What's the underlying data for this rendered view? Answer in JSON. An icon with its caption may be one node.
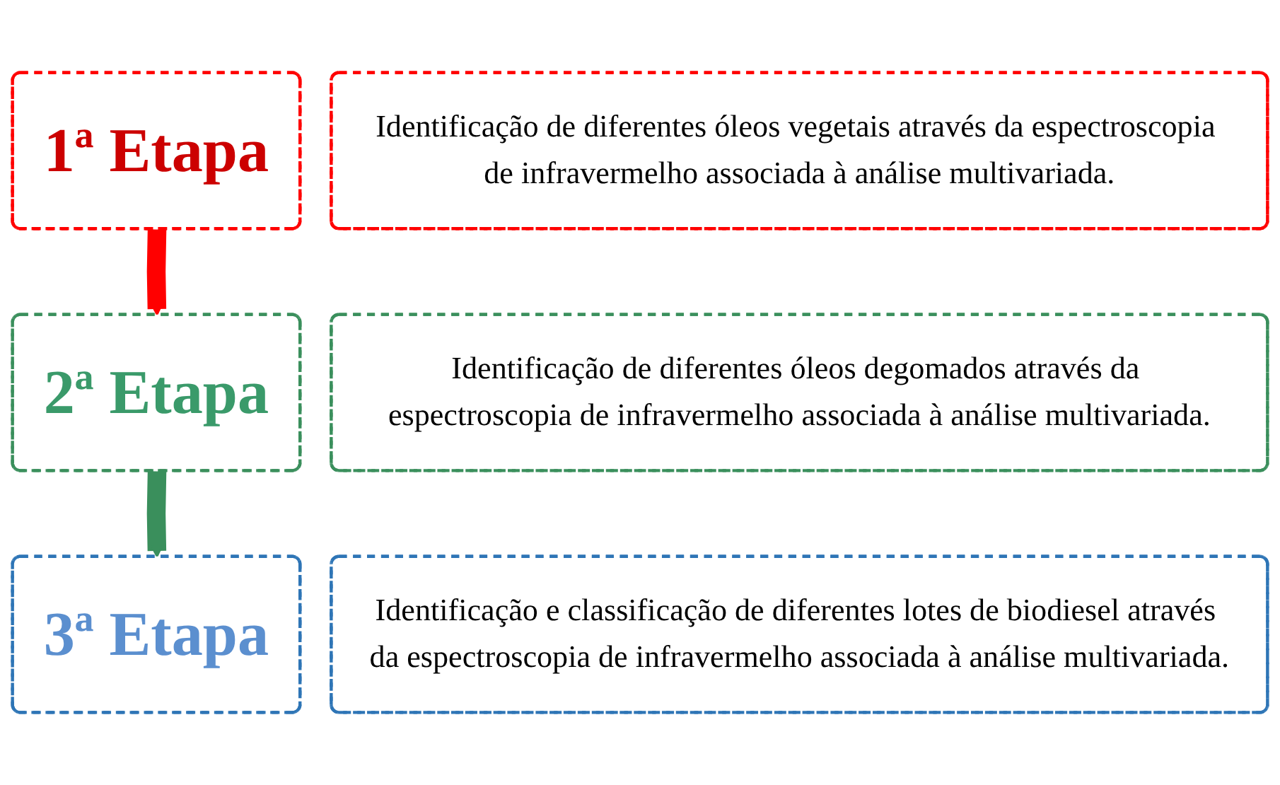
{
  "diagram": {
    "nodes": [
      {
        "text": [
          "1ª Etapa"
        ]
      },
      {
        "text": [
          "Identificação de diferentes óleos vegetais através da espectroscopia de infravermelho associada à análise multivariada."
        ]
      },
      {
        "text": [
          "2ª Etapa"
        ]
      },
      {
        "text": [
          "Identificação de diferentes óleos degomados através da espectroscopia de infravermelho associada à análise multivariada."
        ]
      },
      {
        "text": [
          "3ª Etapa"
        ]
      },
      {
        "text": [
          "Identificação e classificação de diferentes lotes de biodiesel através da espectroscopia de infravermelho associada à análise multivariada."
        ]
      }
    ],
    "edges": [
      {
        "from": 0,
        "to": 2,
        "arrow": "to",
        "color": "#ff0000"
      },
      {
        "from": 2,
        "to": 4,
        "arrow": "to",
        "color": "#3a8f5c"
      }
    ]
  }
}
